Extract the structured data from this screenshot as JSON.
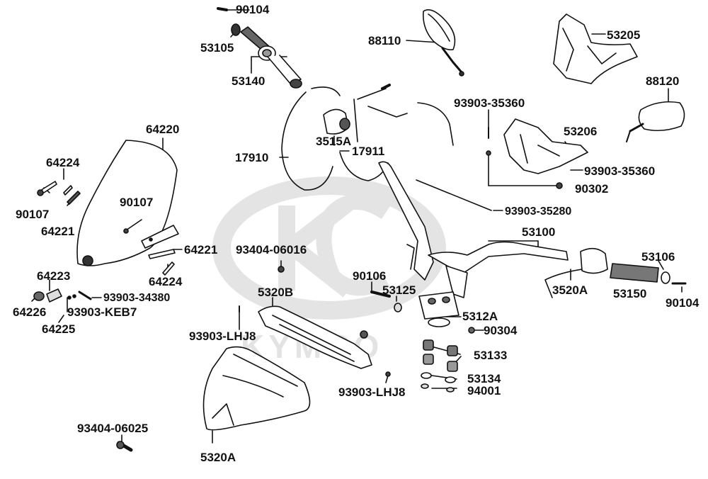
{
  "diagram": {
    "watermark": "KYMCO",
    "colors": {
      "line": "#111111",
      "part_fill": "#ffffff",
      "part_shade": "#555555",
      "watermark": "#e6e6e6"
    },
    "labels": {
      "p90104_top": "90104",
      "p53105": "53105",
      "p53140": "53140",
      "p88110": "88110",
      "p53205": "53205",
      "p88120": "88120",
      "p93903_35360_a": "93903-35360",
      "p53206": "53206",
      "p93903_35360_b": "93903-35360",
      "p90302": "90302",
      "p93903_35280": "93903-35280",
      "p3515A": "3515A",
      "p17910": "17910",
      "p17911": "17911",
      "p64220": "64220",
      "p64224_a": "64224",
      "p90107_a": "90107",
      "p64221_a": "64221",
      "p90107_b": "90107",
      "p64221_b": "64221",
      "p64224_b": "64224",
      "p64223": "64223",
      "p93903_34380": "93903-34380",
      "p64226": "64226",
      "p93903_KEB7": "93903-KEB7",
      "p64225": "64225",
      "p93404_06016": "93404-06016",
      "p5320B": "5320B",
      "p93903_LHJ8_a": "93903-LHJ8",
      "p93903_LHJ8_b": "93903-LHJ8",
      "p5320A": "5320A",
      "p93404_06025": "93404-06025",
      "p90106": "90106",
      "p53125": "53125",
      "p5312A": "5312A",
      "p90304": "90304",
      "p53133": "53133",
      "p53134": "53134",
      "p94001": "94001",
      "p53100": "53100",
      "p53106": "53106",
      "p3520A": "3520A",
      "p53150": "53150",
      "p90104_right": "90104"
    }
  }
}
